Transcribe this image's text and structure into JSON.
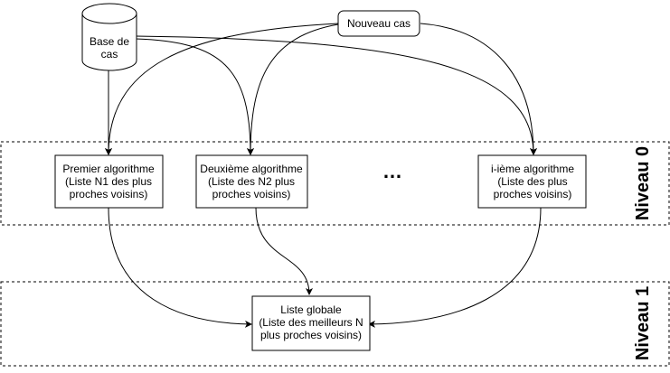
{
  "database": {
    "line1": "Base de",
    "line2": "cas"
  },
  "new_case": {
    "label": "Nouveau cas"
  },
  "algorithms": [
    {
      "line1": "Premier algorithme",
      "line2": "(Liste N1 des plus",
      "line3": "proches voisins)"
    },
    {
      "line1": "Deuxième algorithme",
      "line2": "(Liste des N2 plus",
      "line3": "proches voisins)"
    },
    {
      "line1": "i-ième algorithme",
      "line2": "(Liste des plus",
      "line3": "proches voisins)"
    }
  ],
  "ellipsis": "…",
  "global_list": {
    "line1": "Liste globale",
    "line2": "(Liste des meilleurs N",
    "line3": "plus proches voisins)"
  },
  "levels": {
    "level0": "Niveau 0",
    "level1": "Niveau 1"
  }
}
